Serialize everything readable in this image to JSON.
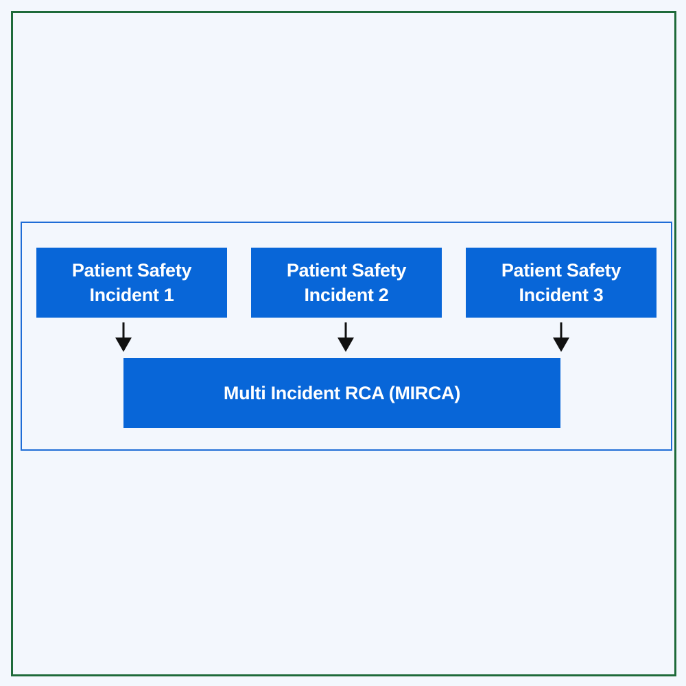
{
  "incidents": [
    {
      "label": "Patient Safety\nIncident 1"
    },
    {
      "label": "Patient Safety\nIncident 2"
    },
    {
      "label": "Patient Safety\nIncident 3"
    }
  ],
  "result": {
    "label": "Multi Incident RCA (MIRCA)"
  },
  "colors": {
    "box_fill": "#0866d8",
    "box_text": "#ffffff",
    "frame_border": "#1e6cd6",
    "outer_border": "#1e6a3a",
    "background": "#f3f7fd",
    "arrow": "#111111"
  },
  "connections": [
    {
      "from": "Patient Safety Incident 1",
      "to": "Multi Incident RCA (MIRCA)"
    },
    {
      "from": "Patient Safety Incident 2",
      "to": "Multi Incident RCA (MIRCA)"
    },
    {
      "from": "Patient Safety Incident 3",
      "to": "Multi Incident RCA (MIRCA)"
    }
  ]
}
